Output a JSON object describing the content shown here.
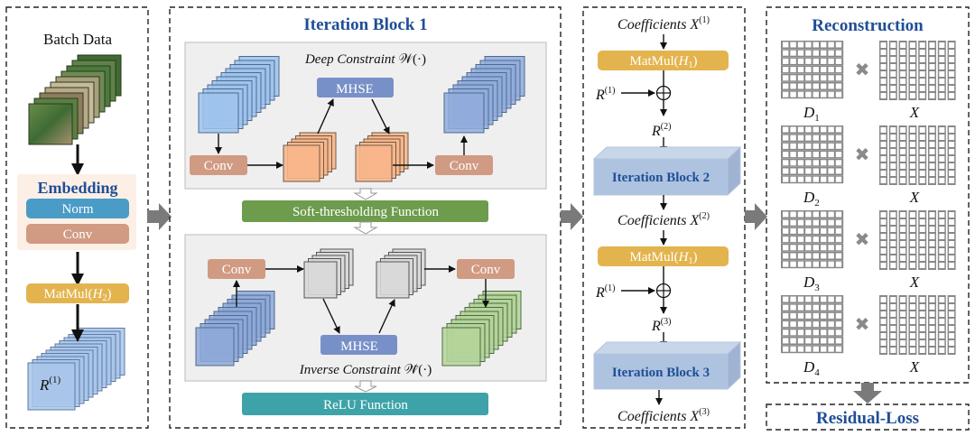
{
  "panels": {
    "input": {
      "title": "Batch Data",
      "embedding": {
        "title": "Embedding",
        "norm_label": "Norm",
        "conv_label": "Conv"
      },
      "matmul_label": "MatMul(",
      "matmul_var": "H",
      "matmul_sub": "2",
      "output_var": "R",
      "output_sup": "(1)"
    },
    "iteration_block_1": {
      "title": "Iteration Block 1",
      "deep_constraint": {
        "title_prefix": "Deep Constraint ",
        "title_symbol": "𝒲(·)",
        "conv_left": "Conv",
        "mhse": "MHSE",
        "conv_right": "Conv"
      },
      "soft_threshold_label": "Soft-thresholding  Function",
      "inverse_constraint": {
        "title_prefix": "Inverse Constraint ",
        "title_symbol": "𝒲̃(·)",
        "conv_left": "Conv",
        "mhse": "MHSE",
        "conv_right": "Conv"
      },
      "relu_label": "ReLU Function"
    },
    "iterations": {
      "coeff_label": "Coefficients ",
      "coeff_var": "X",
      "coeff_1_sup": "(1)",
      "coeff_2_sup": "(2)",
      "coeff_3_sup": "(3)",
      "matmul_label": "MatMul(",
      "matmul_var": "H",
      "matmul_sub": "1",
      "r_var": "R",
      "r1_sup": "(1)",
      "r2_sup": "(2)",
      "r3_sup": "(3)",
      "block2_label": "Iteration Block 2",
      "block3_label": "Iteration Block 3"
    },
    "reconstruction": {
      "title": "Reconstruction",
      "rows": [
        {
          "dict_var": "D",
          "dict_sub": "1",
          "coef_var": "X"
        },
        {
          "dict_var": "D",
          "dict_sub": "2",
          "coef_var": "X"
        },
        {
          "dict_var": "D",
          "dict_sub": "3",
          "coef_var": "X"
        },
        {
          "dict_var": "D",
          "dict_sub": "4",
          "coef_var": "X"
        }
      ],
      "multiply_symbol": "✖"
    },
    "residual_loss": {
      "title": "Residual-Loss"
    }
  },
  "colors": {
    "title_blue": "#1f4e96",
    "norm": "#4a9cc7",
    "conv": "#d19a82",
    "embedding_bg": "#fcefe6",
    "matmul": "#e3b44e",
    "mhse": "#7890c8",
    "soft_threshold": "#6d9c4c",
    "relu": "#3ea3a8",
    "constraint_bg": "#efefef",
    "iter_block": "#aec3e0",
    "block_arrow": "#7a7a7a"
  }
}
